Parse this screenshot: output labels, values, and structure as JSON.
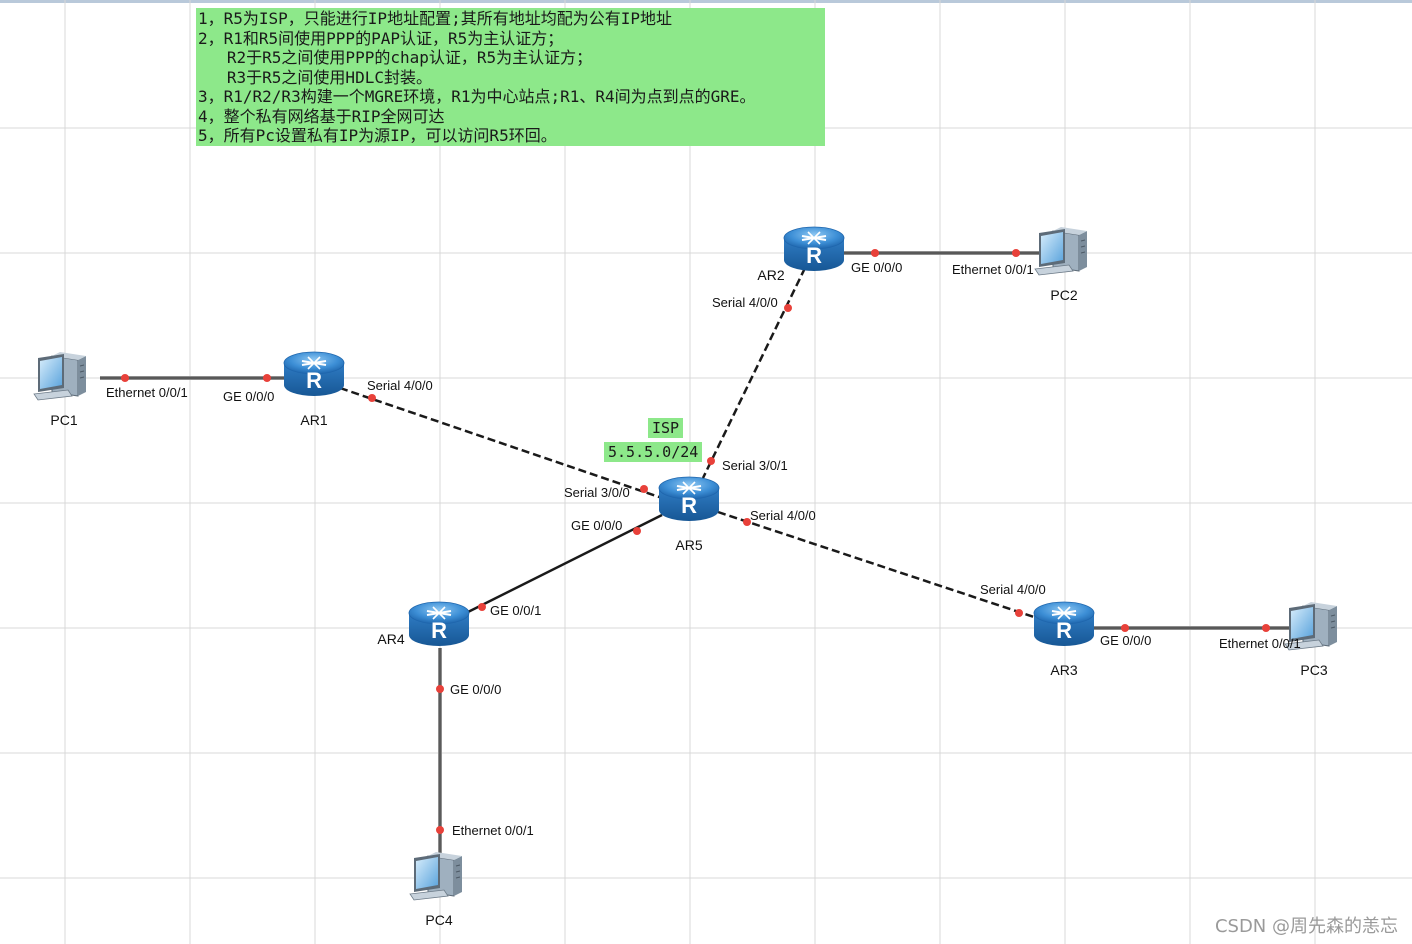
{
  "notes": [
    "1，R5为ISP，只能进行IP地址配置;其所有地址均配为公有IP地址",
    "2，R1和R5间使用PPP的PAP认证，R5为主认证方；",
    "   R2于R5之间使用PPP的chap认证，R5为主认证方；",
    "   R3于R5之间使用HDLC封装。",
    "3，R1/R2/R3构建一个MGRE环境，R1为中心站点;R1、R4间为点到点的GRE。",
    "4，整个私有网络基于RIP全网可达",
    "5，所有Pc设置私有IP为源IP，可以访问R5环回。"
  ],
  "isp_tag": "ISP",
  "isp_subnet": "5.5.5.0/24",
  "watermark": "CSDN @周先森的恙忘",
  "colors": {
    "note_bg": "#8de88a",
    "router_blue": "#3d8fd6",
    "port_dot": "#e8413a",
    "link": "#1a1a1a",
    "grid": "#d8d8d8"
  },
  "devices": {
    "ar1": {
      "label": "AR1",
      "icon": "router-icon"
    },
    "ar2": {
      "label": "AR2",
      "icon": "router-icon"
    },
    "ar3": {
      "label": "AR3",
      "icon": "router-icon"
    },
    "ar4": {
      "label": "AR4",
      "icon": "router-icon"
    },
    "ar5": {
      "label": "AR5",
      "icon": "router-icon"
    },
    "pc1": {
      "label": "PC1",
      "icon": "pc-icon"
    },
    "pc2": {
      "label": "PC2",
      "icon": "pc-icon"
    },
    "pc3": {
      "label": "PC3",
      "icon": "pc-icon"
    },
    "pc4": {
      "label": "PC4",
      "icon": "pc-icon"
    }
  },
  "ports": {
    "pc1_eth": "Ethernet 0/0/1",
    "ar1_ge": "GE 0/0/0",
    "ar1_serial": "Serial 4/0/0",
    "ar2_serial": "Serial 4/0/0",
    "ar2_ge": "GE 0/0/0",
    "pc2_eth": "Ethernet 0/0/1",
    "ar5_s301": "Serial 3/0/1",
    "ar5_s300": "Serial 3/0/0",
    "ar5_ge000": "GE 0/0/0",
    "ar5_s400": "Serial 4/0/0",
    "ar3_serial": "Serial 4/0/0",
    "ar3_ge": "GE 0/0/0",
    "pc3_eth": "Ethernet 0/0/1",
    "ar4_ge001": "GE 0/0/1",
    "ar4_ge000": "GE 0/0/0",
    "pc4_eth": "Ethernet 0/0/1"
  },
  "links": [
    {
      "from": "PC1",
      "to": "AR1",
      "type": "ethernet"
    },
    {
      "from": "AR1",
      "to": "AR5",
      "type": "serial"
    },
    {
      "from": "AR2",
      "to": "AR5",
      "type": "serial"
    },
    {
      "from": "AR2",
      "to": "PC2",
      "type": "ethernet"
    },
    {
      "from": "AR5",
      "to": "AR3",
      "type": "serial"
    },
    {
      "from": "AR3",
      "to": "PC3",
      "type": "ethernet"
    },
    {
      "from": "AR5",
      "to": "AR4",
      "type": "ethernet"
    },
    {
      "from": "AR4",
      "to": "PC4",
      "type": "ethernet"
    }
  ]
}
